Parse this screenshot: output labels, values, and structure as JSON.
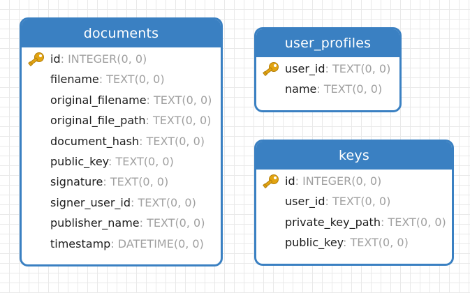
{
  "colors": {
    "header": "#3a80c2",
    "border": "#3a80c2",
    "field_name": "#1c1c1c",
    "field_type": "#a0a0a0",
    "key_icon": "#e2a411"
  },
  "tables": {
    "documents": {
      "title": "documents",
      "rows": [
        {
          "name": "id",
          "type": ": INTEGER(0, 0)",
          "primary_key": true
        },
        {
          "name": "filename",
          "type": ": TEXT(0, 0)"
        },
        {
          "name": "original_filename",
          "type": ": TEXT(0, 0)"
        },
        {
          "name": "original_file_path",
          "type": ": TEXT(0, 0)"
        },
        {
          "name": "document_hash",
          "type": ": TEXT(0, 0)"
        },
        {
          "name": "public_key",
          "type": ": TEXT(0, 0)"
        },
        {
          "name": "signature",
          "type": ": TEXT(0, 0)"
        },
        {
          "name": "signer_user_id",
          "type": ": TEXT(0, 0)"
        },
        {
          "name": "publisher_name",
          "type": ": TEXT(0, 0)"
        },
        {
          "name": "timestamp",
          "type": ": DATETIME(0, 0)"
        }
      ]
    },
    "user_profiles": {
      "title": "user_profiles",
      "rows": [
        {
          "name": "user_id",
          "type": ": TEXT(0, 0)",
          "primary_key": true
        },
        {
          "name": "name",
          "type": ": TEXT(0, 0)"
        }
      ]
    },
    "keys": {
      "title": "keys",
      "rows": [
        {
          "name": "id",
          "type": ": INTEGER(0, 0)",
          "primary_key": true
        },
        {
          "name": "user_id",
          "type": ": TEXT(0, 0)"
        },
        {
          "name": "private_key_path",
          "type": ": TEXT(0, 0)"
        },
        {
          "name": "public_key",
          "type": ": TEXT(0, 0)"
        }
      ]
    }
  }
}
